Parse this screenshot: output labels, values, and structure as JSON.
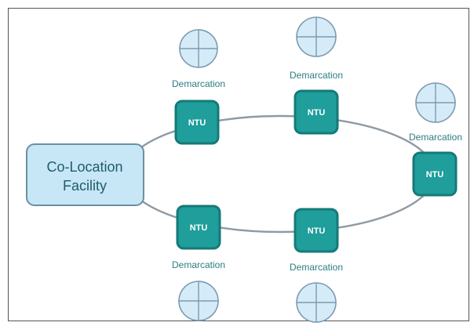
{
  "colocation": {
    "label_line1": "Co-Location",
    "label_line2": "Facility"
  },
  "ntu_label": "NTU",
  "demarcation_label": "Demarcation",
  "colors": {
    "ntu_fill": "#1f9e9b",
    "ntu_stroke": "#157a77",
    "colo_fill": "#c7e6f6",
    "colo_stroke": "#6c8fa2",
    "ring": "#8e9aa4",
    "demarc_fill": "#d6ebf8",
    "demarc_stroke": "#7c9bb0",
    "text_teal": "#2a7f82",
    "text_dark": "#1e5d6a"
  },
  "nodes": [
    {
      "id": "ntu-1",
      "label": "NTU",
      "demarcation": "Demarcation"
    },
    {
      "id": "ntu-2",
      "label": "NTU",
      "demarcation": "Demarcation"
    },
    {
      "id": "ntu-3",
      "label": "NTU",
      "demarcation": "Demarcation"
    },
    {
      "id": "ntu-4",
      "label": "NTU",
      "demarcation": "Demarcation"
    },
    {
      "id": "ntu-5",
      "label": "NTU",
      "demarcation": "Demarcation"
    }
  ]
}
